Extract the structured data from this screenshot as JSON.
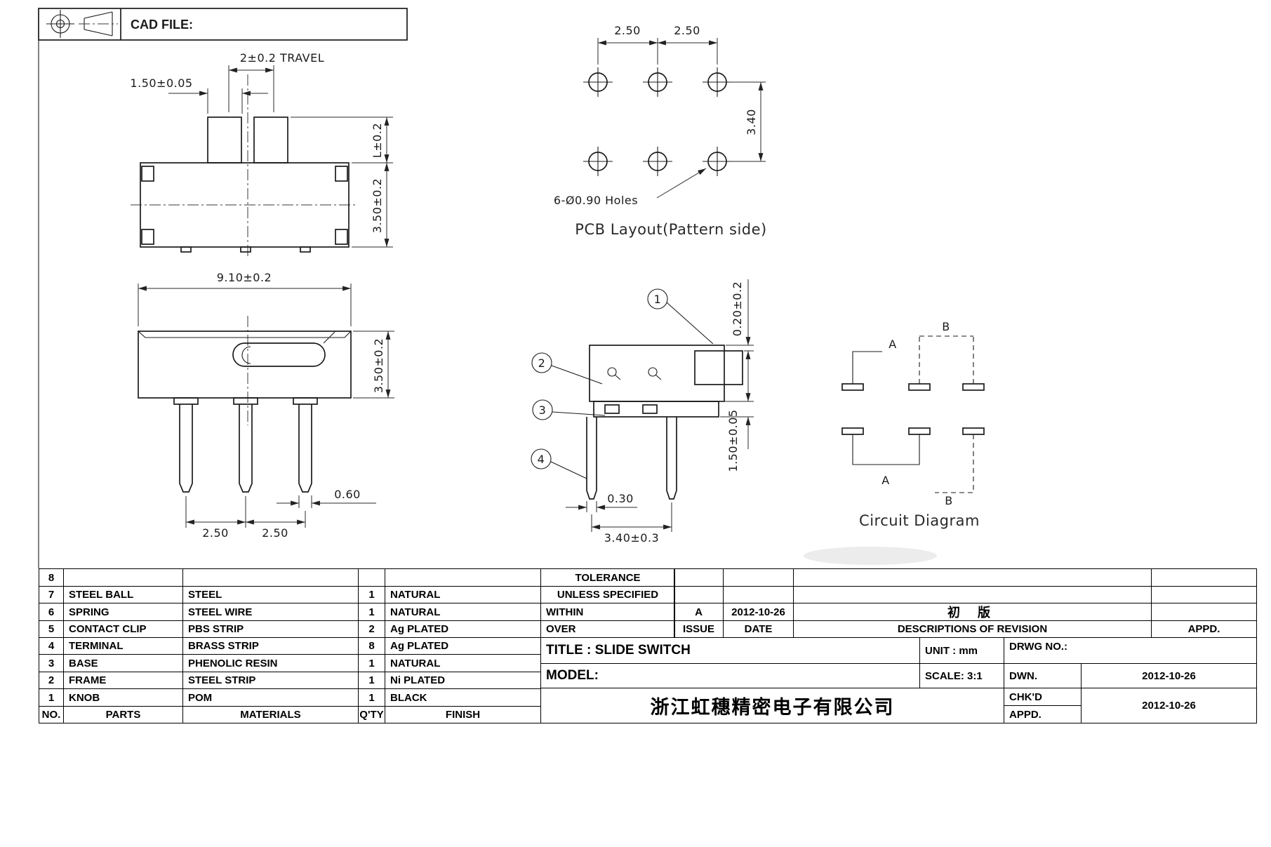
{
  "header": {
    "cad_file_label": "CAD FILE:"
  },
  "front_view": {
    "dim_travel": "2±0.2 TRAVEL",
    "dim_knob_width": "1.50±0.05",
    "dim_knob_height": "L±0.2",
    "dim_body_height": "3.50±0.2"
  },
  "side_view": {
    "dim_body_width": "9.10±0.2",
    "dim_body_height": "3.50±0.2",
    "dim_pin_width": "0.60",
    "dim_pitch_left": "2.50",
    "dim_pitch_right": "2.50"
  },
  "pcb_layout": {
    "dim_pitch_left": "2.50",
    "dim_pitch_right": "2.50",
    "dim_row_pitch": "3.40",
    "holes_note": "6-Ø0.90 Holes",
    "caption": "PCB Layout(Pattern side)"
  },
  "profile_view": {
    "callouts": [
      "1",
      "2",
      "3",
      "4"
    ],
    "dim_knob_offset": "0.20±0.2",
    "dim_base_height": "1.50±0.05",
    "dim_pin_thickness": "0.30",
    "dim_pin_span": "3.40±0.3"
  },
  "circuit": {
    "a_top": "A",
    "b_top": "B",
    "a_bottom": "A",
    "b_bottom": "B",
    "caption": "Circuit Diagram"
  },
  "parts_table": {
    "headers": {
      "no": "NO.",
      "parts": "PARTS",
      "materials": "MATERIALS",
      "qty": "Q'TY",
      "finish": "FINISH"
    },
    "rows": [
      {
        "no": "8",
        "parts": "",
        "materials": "",
        "qty": "",
        "finish": ""
      },
      {
        "no": "7",
        "parts": "STEEL BALL",
        "materials": "STEEL",
        "qty": "1",
        "finish": "NATURAL"
      },
      {
        "no": "6",
        "parts": "SPRING",
        "materials": "STEEL WIRE",
        "qty": "1",
        "finish": "NATURAL"
      },
      {
        "no": "5",
        "parts": "CONTACT CLIP",
        "materials": "PBS STRIP",
        "qty": "2",
        "finish": "Ag PLATED"
      },
      {
        "no": "4",
        "parts": "TERMINAL",
        "materials": "BRASS STRIP",
        "qty": "8",
        "finish": "Ag PLATED"
      },
      {
        "no": "3",
        "parts": "BASE",
        "materials": "PHENOLIC RESIN",
        "qty": "1",
        "finish": "NATURAL"
      },
      {
        "no": "2",
        "parts": "FRAME",
        "materials": "STEEL STRIP",
        "qty": "1",
        "finish": "Ni PLATED"
      },
      {
        "no": "1",
        "parts": "KNOB",
        "materials": "POM",
        "qty": "1",
        "finish": "BLACK"
      }
    ]
  },
  "title_block": {
    "tolerance_line1": "TOLERANCE",
    "tolerance_line2": "UNLESS  SPECIFIED",
    "within": "WITHIN",
    "over": "OVER",
    "issue_value": "A",
    "date_value": "2012-10-26",
    "description_value": "初 版",
    "issue_label": "ISSUE",
    "date_label": "DATE",
    "description_label": "DESCRIPTIONS OF REVISION",
    "appd_label": "APPD.",
    "title": "TITLE : SLIDE SWITCH",
    "unit": "UNIT :  mm",
    "drwg_no": "DRWG NO.:",
    "model": "MODEL:",
    "scale": "SCALE:  3:1",
    "dwn_label": "DWN.",
    "dwn_date": "2012-10-26",
    "chkd_label": "CHK'D",
    "chkd_date": "2012-10-26",
    "appd_sign_label": "APPD.",
    "company": "浙江虹穗精密电子有限公司"
  }
}
